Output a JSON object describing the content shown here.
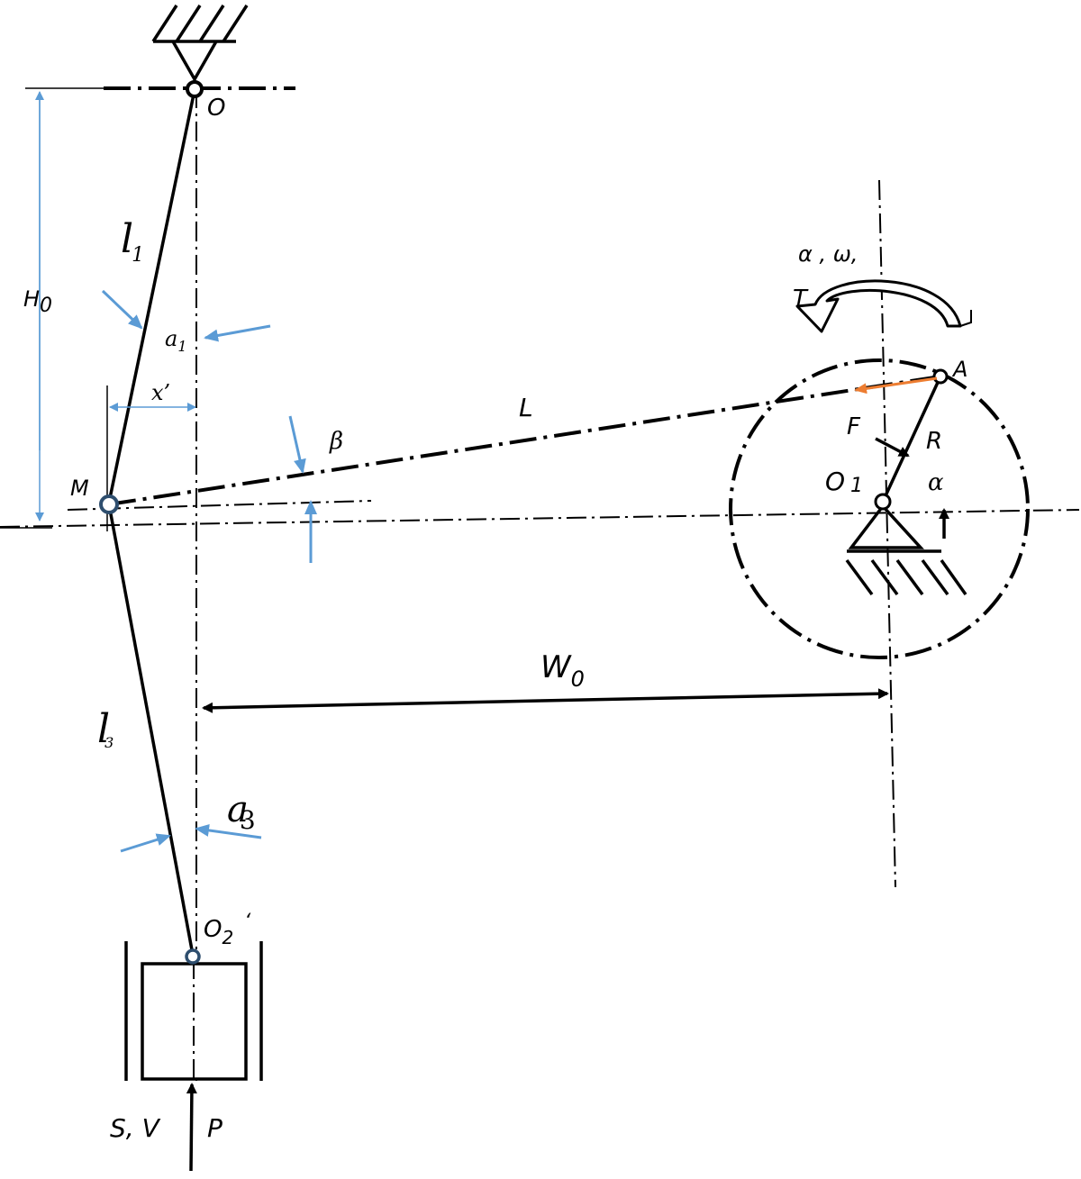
{
  "diagram": {
    "labels": {
      "O": "O",
      "O1_main": "O",
      "O1_sub": "1",
      "O2_main": "O",
      "O2_sub": "2",
      "prime_mark": "‘",
      "A": "A",
      "M": "M",
      "L": "L",
      "R": "R",
      "F": "F",
      "beta": "β",
      "alpha": "α",
      "rotation": "α , ω,",
      "torque": "T",
      "H0_main": "H",
      "H0_sub": "0",
      "W0_main": "W",
      "W0_sub": "0",
      "x_prime": "x’",
      "a1_main": "a",
      "a1_sub": "1",
      "a3_main": "a",
      "a3_sub": "3",
      "l1_main": "l",
      "l1_sub": "1",
      "l3_main": "l",
      "l3_sub": "3",
      "S_V": "S, V",
      "P": "P"
    },
    "colors": {
      "line": "#000000",
      "dimension": "#5b9bd5",
      "force": "#ed7d31"
    }
  }
}
